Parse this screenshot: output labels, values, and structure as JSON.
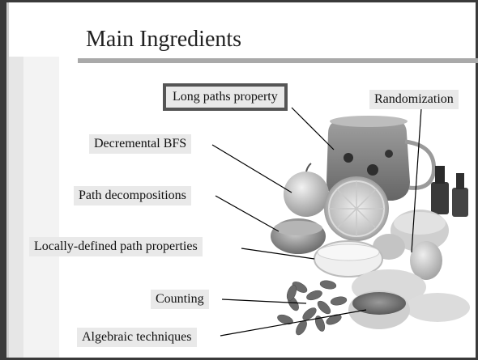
{
  "slide": {
    "title": "Main Ingredients",
    "labels": {
      "long_paths": "Long paths property",
      "randomization": "Randomization",
      "decremental_bfs": "Decremental BFS",
      "path_decompositions": "Path decompositions",
      "locally_defined": "Locally-defined path properties",
      "counting": "Counting",
      "algebraic": "Algebraic techniques"
    }
  }
}
